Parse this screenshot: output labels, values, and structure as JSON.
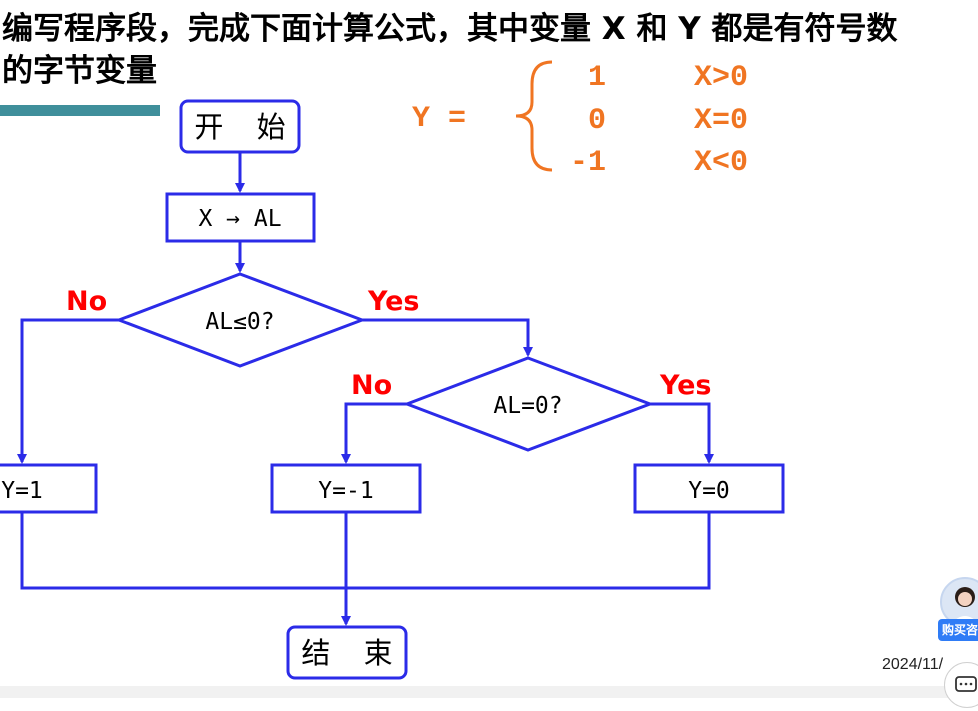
{
  "title": {
    "line1": "编写程序段，完成下面计算公式，其中变量 X 和 Y 都是有符号数",
    "line2": "的字节变量"
  },
  "formula": {
    "lhs": "Y =",
    "rows": [
      {
        "value": "1",
        "condition": "X>0"
      },
      {
        "value": "0",
        "condition": "X=0"
      },
      {
        "value": "-1",
        "condition": "X<0"
      }
    ],
    "color": "#f07522"
  },
  "flowchart": {
    "start": "开 始",
    "assign": "X → AL",
    "decision1": "AL≤0?",
    "decision1_no": "No",
    "decision1_yes": "Yes",
    "decision2": "AL=0?",
    "decision2_no": "No",
    "decision2_yes": "Yes",
    "out_pos": "Y=1",
    "out_neg": "Y=-1",
    "out_zero": "Y=0",
    "end": "结 束",
    "line_color": "#2b2be8",
    "label_color": "#ff0000"
  },
  "overlay": {
    "buy_label": "购买咨询",
    "timestamp": "2024/11/",
    "avatar_icon": "avatar-icon",
    "chat_icon": "chat-icon"
  }
}
